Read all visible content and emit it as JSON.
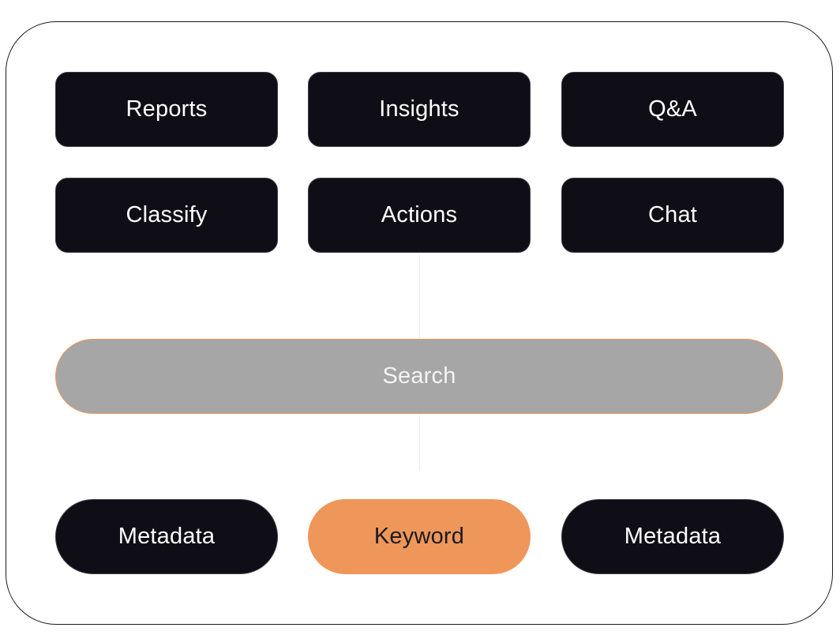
{
  "top_row": [
    "Reports",
    "Insights",
    "Q&A"
  ],
  "middle_row": [
    "Classify",
    "Actions",
    "Chat"
  ],
  "search": {
    "label": "Search"
  },
  "bottom_row": [
    "Metadata",
    "Keyword",
    "Metadata"
  ],
  "colors": {
    "dark_tile": "#0f0e16",
    "accent": "#ef975a",
    "search_fill": "#a6a6a6",
    "frame_border": "#1a1a1f"
  }
}
